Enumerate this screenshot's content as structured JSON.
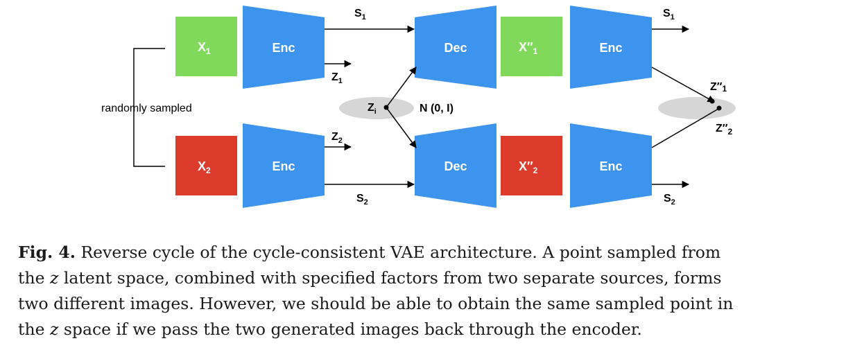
{
  "figure": {
    "labels": {
      "x1": "X",
      "x2": "X",
      "x1_rec": "X″",
      "x2_rec": "X″",
      "enc": "Enc",
      "dec": "Dec",
      "s": "S",
      "z": "Z",
      "zi": "Z",
      "zpp": "Z″",
      "sub1": "1",
      "sub2": "2",
      "subi": "i",
      "randomly_sampled": "randomly sampled",
      "normal": "N (0, I)"
    },
    "colors": {
      "encoder": "#3d94ef",
      "decoder": "#3d94ef",
      "green": "#80d95a",
      "red": "#dd3b2c",
      "ellipse": "#d6d6d6"
    }
  },
  "caption": {
    "label": "Fig. 4.",
    "line1": "Reverse cycle of the cycle-consistent VAE architecture. A point sampled from",
    "line2_a": "the",
    "line2_var": "z",
    "line2_b": "latent space, combined with specified factors from two separate sources, forms",
    "line3": "two different images. However, we should be able to obtain the same sampled point in",
    "line4_a": "the",
    "line4_var": "z",
    "line4_b": "space if we pass the two generated images back through the encoder."
  }
}
